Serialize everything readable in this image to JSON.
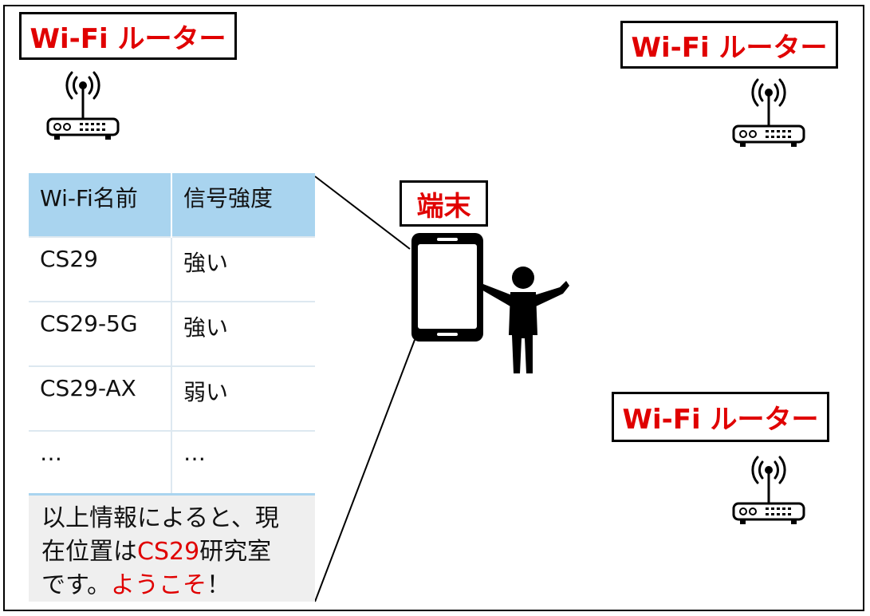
{
  "routers": [
    {
      "label": "Wi-Fi ルーター",
      "icon": "wifi-router-icon"
    },
    {
      "label": "Wi-Fi ルーター",
      "icon": "wifi-router-icon"
    },
    {
      "label": "Wi-Fi ルーター",
      "icon": "wifi-router-icon"
    }
  ],
  "device": {
    "label": "端末",
    "icon": "smartphone-icon",
    "person_icon": "person-icon"
  },
  "table": {
    "headers": [
      "Wi-Fi名前",
      "信号強度"
    ],
    "rows": [
      [
        "CS29",
        "強い"
      ],
      [
        "CS29-5G",
        "強い"
      ],
      [
        "CS29-AX",
        "弱い"
      ],
      [
        "…",
        "…"
      ]
    ]
  },
  "result": {
    "line1": "以上情報によると、現",
    "line2_prefix": "在位置は",
    "line2_highlight": "CS29",
    "line2_suffix": "研究室",
    "line3_prefix": "です。",
    "line3_highlight": "ようこそ",
    "line3_suffix": "！"
  },
  "colors": {
    "label_text": "#e00000",
    "table_header": "#a9d4ef",
    "result_bg": "#efefef"
  }
}
